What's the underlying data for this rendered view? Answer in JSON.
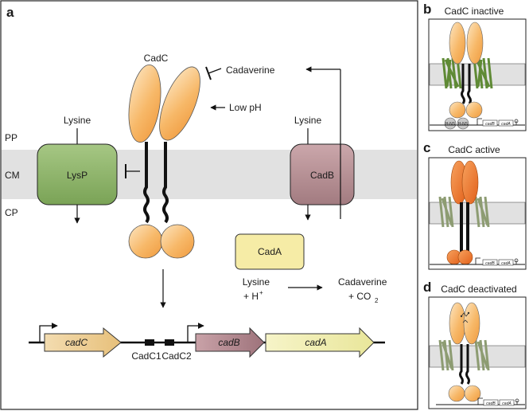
{
  "colors": {
    "membrane": "#e0e0e0",
    "lysp_fill": "#8fb56a",
    "cadb_fill": "#b68b8f",
    "cadc_fill": "#f6b66a",
    "cadc_active": "#ef7b2a",
    "cada_box": "#f6eca6",
    "tm_green": "#6f9640",
    "tm_pale": "#a3b08a",
    "cadc_gene": "#f1d9a5",
    "cadb_gene": "#b98e96",
    "cada_gene": "#f1f0b0",
    "hns": "#c9c9c9",
    "accent_dot": "#d9d21a"
  },
  "panel_a": {
    "letter": "a",
    "compartments": {
      "pp": "PP",
      "cm": "CM",
      "cp": "CP"
    },
    "lysp": {
      "label": "LysP",
      "substrate": "Lysine"
    },
    "cadb": {
      "label": "CadB",
      "substrate": "Lysine"
    },
    "cadc": {
      "label": "CadC"
    },
    "signals": {
      "cadaverine": "Cadaverine",
      "low_ph": "Low pH"
    },
    "cada": {
      "label": "CadA"
    },
    "reaction": {
      "left_line1": "Lysine",
      "left_line2": "+ H",
      "left_sup": "+",
      "right_line1": "Cadaverine",
      "right_line2": "+ CO",
      "right_sub": "2"
    },
    "operon": {
      "genes": [
        "cadC",
        "cadB",
        "cadA"
      ],
      "sites": [
        "CadC1",
        "CadC2"
      ]
    }
  },
  "panel_b": {
    "letter": "b",
    "title": "CadC inactive",
    "hns_label": "H-NS"
  },
  "panel_c": {
    "letter": "c",
    "title": "CadC active"
  },
  "panel_d": {
    "letter": "d",
    "title": "CadC deactivated"
  },
  "mini_genes": {
    "cadb": "cadB",
    "cada": "cadA"
  }
}
